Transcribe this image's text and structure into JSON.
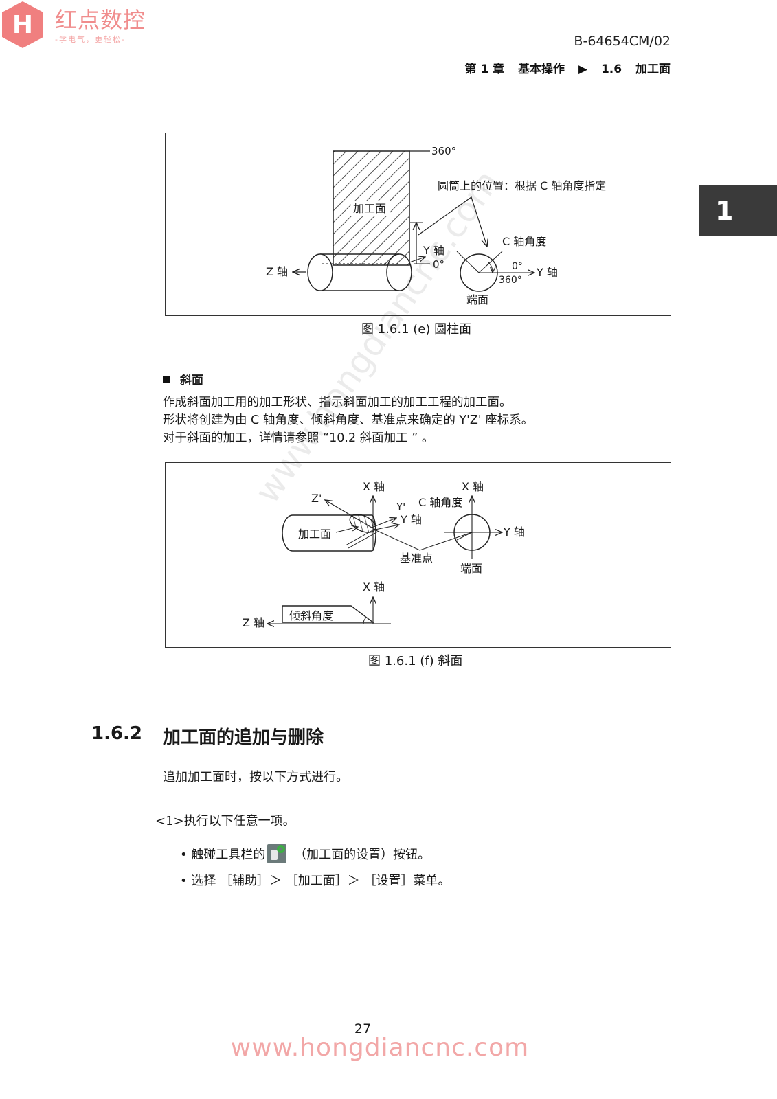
{
  "header": {
    "logo_name": "红点数控",
    "logo_slogan": "-学电气，更轻松-",
    "doc_code": "B-64654CM/02",
    "breadcrumb": {
      "chapter": "第 1 章",
      "chapter_title": "基本操作",
      "arrow": "▶",
      "section_num": "1.6",
      "section_title": "加工面"
    },
    "chapter_tab": "1"
  },
  "figure_e": {
    "label_360": "360°",
    "label_position": "圆筒上的位置：根据 C 轴角度指定",
    "label_surface": "加工面",
    "label_y_axis": "Y 轴",
    "label_0": "0°",
    "label_z_axis": "Z 轴",
    "label_c_angle": "C 轴角度",
    "label_end_0": "0°",
    "label_end_360": "360°",
    "label_end_y": "Y 轴",
    "label_end_face": "端面",
    "caption": "图 1.6.1 (e)   圆柱面"
  },
  "section_slope": {
    "title": "斜面",
    "lines": [
      "作成斜面加工用的加工形状、指示斜面加工的加工工程的加工面。",
      "形状将创建为由 C 轴角度、倾斜角度、基准点来确定的 Y'Z' 座标系。",
      "对于斜面的加工，详情请参照  “10.2 斜面加工 ”  。"
    ]
  },
  "figure_f": {
    "label_x_axis_1": "X 轴",
    "label_z_prime": "Z'",
    "label_y_prime": "Y'",
    "label_c_angle": "C 轴角度",
    "label_x_axis_2": "X 轴",
    "label_y_axis_1": "Y 轴",
    "label_surface": "加工面",
    "label_y_axis_2": "Y 轴",
    "label_ref_point": "基准点",
    "label_end_face": "端面",
    "label_x_axis_3": "X 轴",
    "label_z_axis": "Z 轴",
    "label_tilt": "倾斜角度",
    "caption": "图 1.6.1 (f)   斜面"
  },
  "section_162": {
    "number": "1.6.2",
    "title": "加工面的追加与删除",
    "intro": "追加加工面时，按以下方式进行。",
    "step1": "<1>执行以下任意一项。",
    "bullet1_pre": "• 触碰工具栏的",
    "bullet1_post": "  （加工面的设置）按钮。",
    "bullet2": "• 选择 ［辅助］＞ ［加工面］＞ ［设置］菜单。"
  },
  "footer": {
    "page_number": "27",
    "url": "www.hongdiancnc.com",
    "watermark": "www.hongdiancnc.com"
  }
}
